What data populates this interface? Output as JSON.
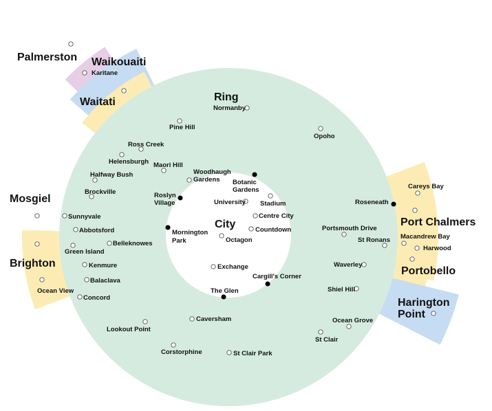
{
  "colors": {
    "ring": "#d5ebdf",
    "city": "#ffffff",
    "yellow": "#fcecb4",
    "blue": "#c6dcf2",
    "pink": "#e6cfe6",
    "stop_hub": "#000000",
    "stop_regular": "#ffffff"
  },
  "zones": {
    "city": "City",
    "ring": "Ring",
    "palmerston": "Palmerston",
    "waikouaiti": "Waikouaiti",
    "waitati": "Waitati",
    "mosgiel": "Mosgiel",
    "brighton": "Brighton",
    "port_chalmers": "Port Chalmers",
    "portobello": "Portobello",
    "harington_point_line1": "Harington",
    "harington_point_line2": "Point"
  },
  "stops": {
    "normanby": "Normanby",
    "pine_hill": "Pine Hill",
    "opoho": "Opoho",
    "ross_creek": "Ross Creek",
    "helensburgh": "Helensburgh",
    "maori_hill": "Maori Hill",
    "woodhaugh_gardens_1": "Woodhaugh",
    "woodhaugh_gardens_2": "Gardens",
    "botanic_gardens_1": "Botanic",
    "botanic_gardens_2": "Gardens",
    "halfway_bush": "Halfway Bush",
    "brockville": "Brockville",
    "roslyn_village_1": "Roslyn",
    "roslyn_village_2": "Village",
    "university": "University",
    "stadium": "Stadium",
    "centre_city": "Centre City",
    "countdown": "Countdown",
    "octagon": "Octagon",
    "mornington_park_1": "Mornington",
    "mornington_park_2": "Park",
    "exchange": "Exchange",
    "cargills_corner": "Cargill's Corner",
    "the_glen": "The Glen",
    "sunnyvale": "Sunnyvale",
    "abbotsford": "Abbotsford",
    "belleknowes": "Belleknowes",
    "green_island": "Green Island",
    "kenmure": "Kenmure",
    "balaclava": "Balaclava",
    "ocean_view": "Ocean View",
    "concord": "Concord",
    "caversham": "Caversham",
    "lookout_point": "Lookout Point",
    "corstorphine": "Corstorphine",
    "st_clair_park": "St Clair Park",
    "st_clair": "St Clair",
    "ocean_grove": "Ocean Grove",
    "shiel_hill": "Shiel Hill",
    "waverley": "Waverley",
    "portsmouth_drive": "Portsmouth Drive",
    "st_ronans": "St Ronans",
    "roseneath": "Roseneath",
    "careys_bay": "Careys Bay",
    "macandrew_bay": "Macandrew Bay",
    "harwood": "Harwood",
    "karitane": "Karitane"
  }
}
